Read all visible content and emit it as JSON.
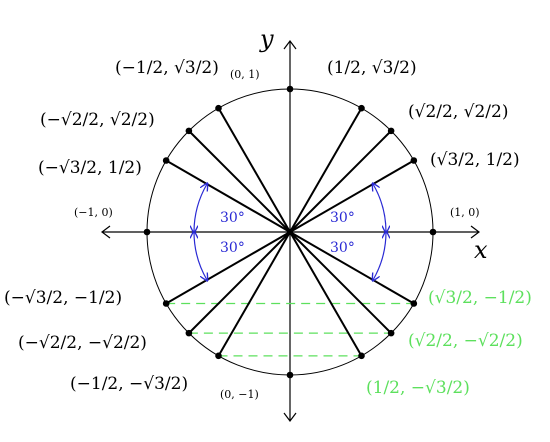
{
  "axes": {
    "x_label": "x",
    "y_label": "y"
  },
  "angle_label": "30°",
  "colors": {
    "highlight": "#5de05d",
    "arc": "#2a2ad4",
    "ink": "#000000"
  },
  "points": [
    {
      "id": "p0",
      "deg": 0,
      "label": "(1, 0)"
    },
    {
      "id": "p30",
      "deg": 30,
      "label": "(√3/2, 1/2)"
    },
    {
      "id": "p45",
      "deg": 45,
      "label": "(√2/2, √2/2)"
    },
    {
      "id": "p60",
      "deg": 60,
      "label": "(1/2, √3/2)"
    },
    {
      "id": "p90",
      "deg": 90,
      "label": "(0, 1)"
    },
    {
      "id": "p120",
      "deg": 120,
      "label": "(−1/2, √3/2)"
    },
    {
      "id": "p135",
      "deg": 135,
      "label": "(−√2/2, √2/2)"
    },
    {
      "id": "p150",
      "deg": 150,
      "label": "(−√3/2, 1/2)"
    },
    {
      "id": "p180",
      "deg": 180,
      "label": "(−1, 0)"
    },
    {
      "id": "p210",
      "deg": 210,
      "label": "(−√3/2, −1/2)"
    },
    {
      "id": "p225",
      "deg": 225,
      "label": "(−√2/2, −√2/2)"
    },
    {
      "id": "p240",
      "deg": 240,
      "label": "(−1/2, −√3/2)"
    },
    {
      "id": "p270",
      "deg": 270,
      "label": "(0, −1)"
    },
    {
      "id": "p300",
      "deg": 300,
      "label": "(1/2, −√3/2)",
      "highlight": true
    },
    {
      "id": "p315",
      "deg": 315,
      "label": "(√2/2, −√2/2)",
      "highlight": true
    },
    {
      "id": "p330",
      "deg": 330,
      "label": "(√3/2, −1/2)",
      "highlight": true
    }
  ]
}
